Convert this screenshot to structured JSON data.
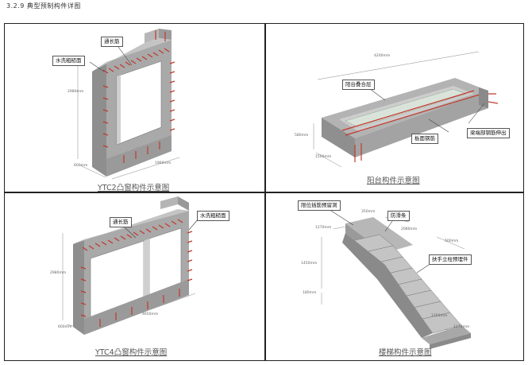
{
  "section_heading": "3.2.9 典型预制构件详图",
  "panels": {
    "ytc2": {
      "caption": "YTC2凸窗构件示意图",
      "callouts": {
        "rebar": "通长筋",
        "rough": "水洗粗糙面"
      },
      "dims": {
        "height": "2980mm",
        "depth": "600mm",
        "width": "1960mm"
      }
    },
    "balcony": {
      "caption": "阳台构件示意图",
      "callouts": {
        "layer": "阳台叠合层",
        "beam_rebar": "梁端部钢筋伸出",
        "slab_rebar": "板面钢筋"
      },
      "dims": {
        "length": "4200mm",
        "height": "580mm",
        "depth": "1500mm"
      }
    },
    "ytc4": {
      "caption": "YTC4凸窗构件示意图",
      "callouts": {
        "rebar": "通长筋",
        "rough": "水洗粗糙面"
      },
      "dims": {
        "height": "2980mm",
        "depth": "600mm",
        "width": "4650mm"
      }
    },
    "stair": {
      "caption": "楼梯构件示意图",
      "callouts": {
        "limit_hole": "限位插筋预留洞",
        "anti_slip": "防滑条",
        "handrail": "扶手立柱预埋件"
      },
      "dims": {
        "top_width": "1270mm",
        "top_len": "350mm",
        "run": "2080mm",
        "side": "500mm",
        "rise": "1450mm",
        "bottom": "180mm",
        "bottom_len": "1250mm",
        "bottom_width": "1270mm"
      }
    }
  }
}
